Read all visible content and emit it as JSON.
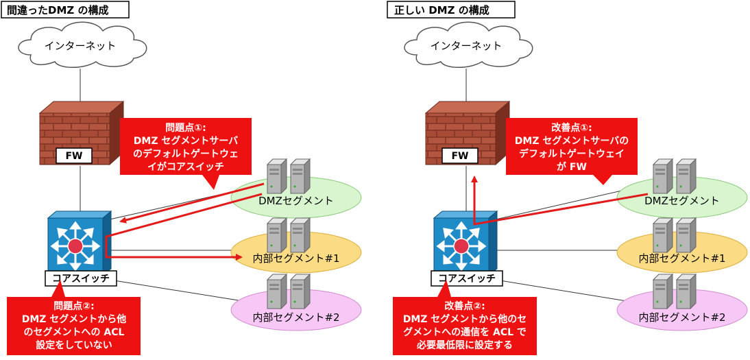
{
  "left": {
    "title": "間違ったDMZ の構成",
    "internet": "インターネット",
    "fw": "FW",
    "switch": "コアスイッチ",
    "dmz": "DMZセグメント",
    "internal1": "内部セグメント#1",
    "internal2": "内部セグメント#2",
    "callout_top": [
      "問題点①:",
      "DMZ セグメントサーバ",
      "のデフォルトゲートウェ",
      "イがコアスイッチ"
    ],
    "callout_bottom": [
      "問題点②:",
      "DMZ セグメントから他",
      "のセグメントへの ACL",
      "設定をしていない"
    ]
  },
  "right": {
    "title": "正しい DMZ の構成",
    "internet": "インターネット",
    "fw": "FW",
    "switch": "コアスイッチ",
    "dmz": "DMZセグメント",
    "internal1": "内部セグメント#1",
    "internal2": "内部セグメント#2",
    "callout_top": [
      "改善点①:",
      "DMZ セグメントサーバの",
      "デフォルトゲートウェイ",
      "が FW"
    ],
    "callout_bottom": [
      "改善点②:",
      "DMZ セグメントから他のセ",
      "グメントへの通信を ACL で",
      "必要最低限に設定する"
    ]
  },
  "colors": {
    "callout_red": "#ee1111",
    "arrow_red": "#e21a1a",
    "dmz_fill": "#d8f5d0",
    "internal1_fill": "#fbdb83",
    "internal2_fill": "#f7c8f5",
    "switch_blue": "#1f8cc8"
  }
}
